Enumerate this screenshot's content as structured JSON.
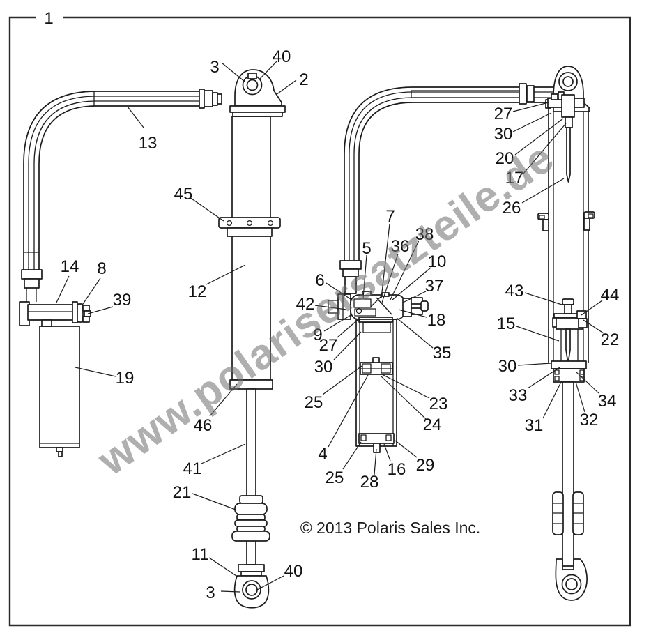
{
  "diagram": {
    "figure_ref": {
      "label": "1"
    },
    "copyright": {
      "text": "© 2013 Polaris Sales Inc."
    },
    "watermark": {
      "text": "www.polarisersatzteile.de",
      "color": "#6e6e6e"
    },
    "line_color": "#1c1c1c",
    "callouts": [
      {
        "label": "3"
      },
      {
        "label": "40"
      },
      {
        "label": "2"
      },
      {
        "label": "13"
      },
      {
        "label": "45"
      },
      {
        "label": "12"
      },
      {
        "label": "14"
      },
      {
        "label": "8"
      },
      {
        "label": "39"
      },
      {
        "label": "19"
      },
      {
        "label": "46"
      },
      {
        "label": "41"
      },
      {
        "label": "21"
      },
      {
        "label": "11"
      },
      {
        "label": "40"
      },
      {
        "label": "3"
      },
      {
        "label": "7"
      },
      {
        "label": "38"
      },
      {
        "label": "5"
      },
      {
        "label": "36"
      },
      {
        "label": "10"
      },
      {
        "label": "6"
      },
      {
        "label": "37"
      },
      {
        "label": "42"
      },
      {
        "label": "18"
      },
      {
        "label": "9"
      },
      {
        "label": "35"
      },
      {
        "label": "27"
      },
      {
        "label": "30"
      },
      {
        "label": "25"
      },
      {
        "label": "23"
      },
      {
        "label": "24"
      },
      {
        "label": "4"
      },
      {
        "label": "25"
      },
      {
        "label": "28"
      },
      {
        "label": "16"
      },
      {
        "label": "29"
      },
      {
        "label": "27"
      },
      {
        "label": "30"
      },
      {
        "label": "20"
      },
      {
        "label": "17"
      },
      {
        "label": "26"
      },
      {
        "label": "43"
      },
      {
        "label": "44"
      },
      {
        "label": "15"
      },
      {
        "label": "22"
      },
      {
        "label": "30"
      },
      {
        "label": "33"
      },
      {
        "label": "34"
      },
      {
        "label": "31"
      },
      {
        "label": "32"
      }
    ]
  }
}
